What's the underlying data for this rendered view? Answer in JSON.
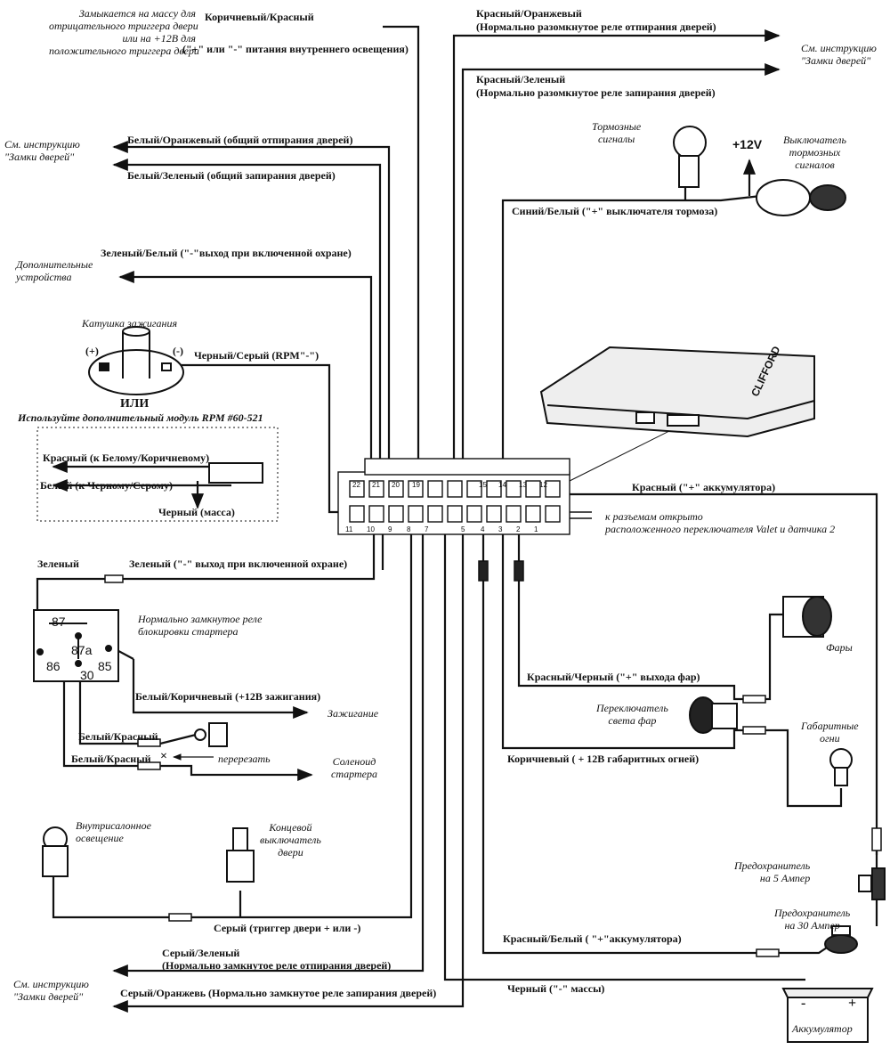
{
  "labels": {
    "top_left_note": [
      "Замыкается на массу для",
      "отрицательного триггера двери",
      "или на +12В для",
      "положительного триггера двери"
    ],
    "brown_red": "Коричневый/Красный",
    "interior_power": "(\"+\" или \"-\" питания внутреннего освещения)",
    "red_orange": "Красный/Оранжевый",
    "no_unlock_relay": "(Нормально разомкнутое реле отпирания дверей)",
    "see_locks_right": [
      "См. инструкцию",
      "\"Замки дверей\""
    ],
    "red_green": "Красный/Зеленый",
    "no_lock_relay": "(Нормально разомкнутое реле запирания дверей)",
    "brake_signals": [
      "Тормозные",
      "сигналы"
    ],
    "plus12v": "+12V",
    "brake_switch": [
      "Выключатель",
      "тормозных",
      "сигналов"
    ],
    "see_locks_left": [
      "См. инструкцию",
      "\"Замки дверей\""
    ],
    "white_orange": "Белый/Оранжевый (общий отпирания дверей)",
    "white_green": "Белый/Зеленый (общий запирания дверей)",
    "blue_white": "Синий/Белый (\"+\" выключателя тормоза)",
    "green_white": "Зеленый/Белый (\"-\"выход при включенной охране)",
    "additional_devices": [
      "Дополнительные",
      "устройства"
    ],
    "ignition_coil": "Катушка зажигания",
    "plus": "(+)",
    "minus": "(-)",
    "black_grey": "Черный/Серый (RPM\"-\")",
    "or": "ИЛИ",
    "use_module": "Используйте дополнительный модуль RPM #60-521",
    "red_to_white_brown": "Красный (к Белому/Коричневому)",
    "white_to_black_grey": "Белый (к Черному/Серому)",
    "black_ground": "Черный (масса)",
    "red_battery": "Красный (\"+\" аккумулятора)",
    "to_connectors": [
      "к разъемам открыто",
      "расположенного переключателя Valet и датчика 2"
    ],
    "green": "Зеленый",
    "green_output": "Зеленый (\"-\" выход при включенной охране)",
    "nc_starter_relay": [
      "Нормально замкнутое реле",
      "блокировки стартера"
    ],
    "headlights": "Фары",
    "red_black": "Красный/Черный (\"+\"   выхода фар)",
    "white_brown": "Белый/Коричневый (+12В зажигания)",
    "ignition": "Зажигание",
    "headlight_switch": [
      "Переключатель",
      "света фар"
    ],
    "parking_lights": [
      "Габаритные",
      "огни"
    ],
    "white_red_1": "Белый/Красный",
    "cut": "перерезать",
    "white_red_2": "Белый/Красный",
    "brown_12v": "Коричневый ( + 12В габаритных огней)",
    "starter_solenoid": [
      "Соленоид",
      "стартера"
    ],
    "interior_light": [
      "Внутрисалонное",
      "освещение"
    ],
    "door_switch": [
      "Концевой",
      "выключатель",
      "двери"
    ],
    "fuse_5a": [
      "Предохранитель",
      "на 5 Ампер"
    ],
    "grey_trigger": "Серый (триггер двери + или -)",
    "fuse_30a": [
      "Предохранитель",
      "на 30 Ампер"
    ],
    "red_white": "Красный/Белый ( \"+\"аккумулятора)",
    "grey_green": "Серый/Зеленый",
    "nc_unlock_relay": "(Нормально замкнутое реле отпирания дверей)",
    "see_locks_bottom": [
      "См. инструкцию",
      "\"Замки дверей\""
    ],
    "black_ground2": "Черный (\"-\"  массы)",
    "grey_orange": "Серый/Оранжевь (Нормально замкнутое реле запирания дверей)",
    "battery": "Аккумулятор",
    "bat_minus": "-",
    "bat_plus": "+"
  },
  "relay_pins": {
    "p87": "87",
    "p87a": "87a",
    "p86": "86",
    "p85": "85",
    "p30": "30"
  },
  "connector_pins_top": [
    "22",
    "21",
    "20",
    "19",
    "",
    "",
    "",
    "15",
    "14",
    "13",
    "12"
  ],
  "connector_pins_bottom": [
    "11",
    "10",
    "9",
    "8",
    "7",
    "",
    "5",
    "4",
    "3",
    "2",
    "1"
  ],
  "module_logo": "CLIFFORD"
}
